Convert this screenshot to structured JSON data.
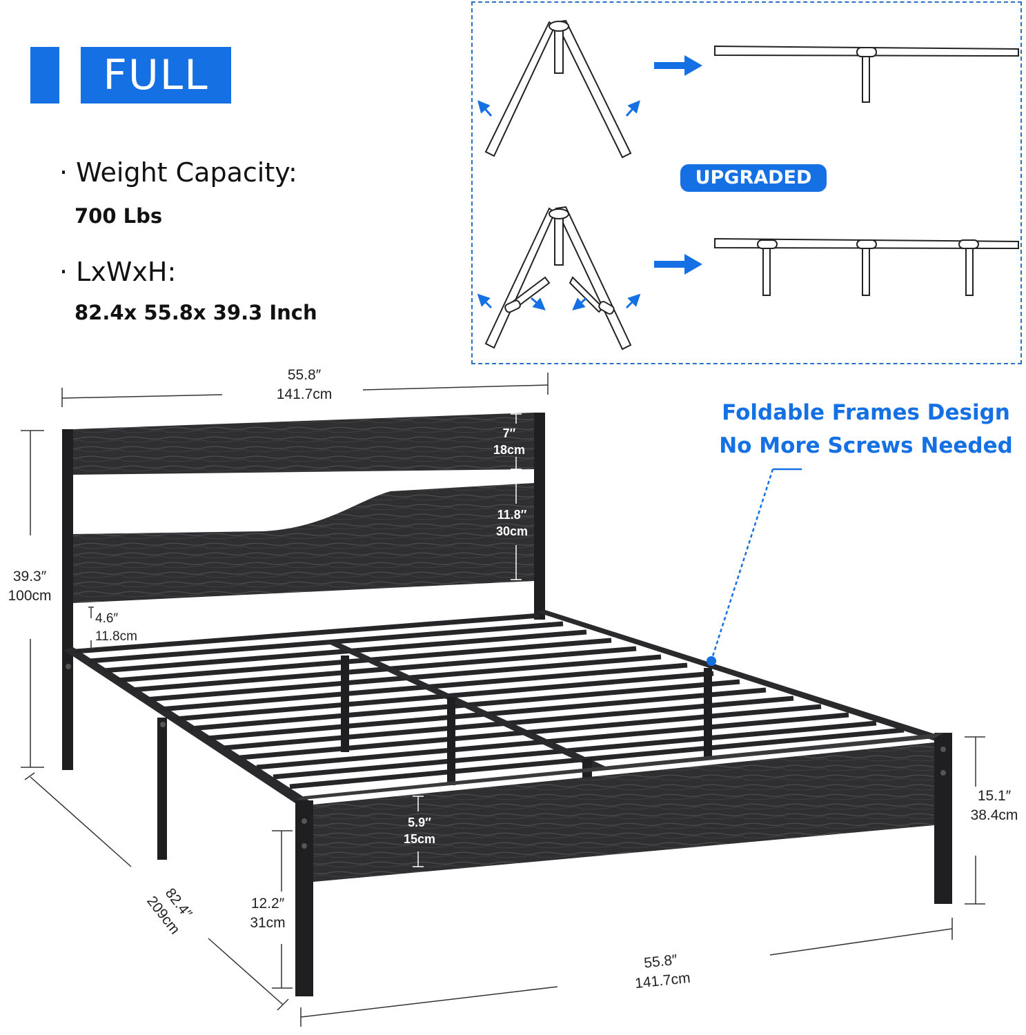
{
  "size_tag": "FULL",
  "specs": [
    {
      "label": "Weight Capacity:",
      "value": "700 Lbs"
    },
    {
      "label": "LxWxH:",
      "value": "82.4x 55.8x 39.3 Inch"
    }
  ],
  "fold_diagram": {
    "badge": "UPGRADED",
    "accent_color": "#1570e4"
  },
  "callout": {
    "line1": "Foldable Frames Design",
    "line2": "No More Screws Needed"
  },
  "dimensions": {
    "top_width": {
      "inch": "55.8″",
      "cm": "141.7cm"
    },
    "total_height": {
      "inch": "39.3″",
      "cm": "100cm"
    },
    "headboard_top_panel": {
      "inch": "7″",
      "cm": "18cm"
    },
    "headboard_bottom_panel": {
      "inch": "11.8″",
      "cm": "30cm"
    },
    "headboard_gap": {
      "inch": "4.6″",
      "cm": "11.8cm"
    },
    "footboard_panel": {
      "inch": "5.9″",
      "cm": "15cm"
    },
    "footboard_height": {
      "inch": "15.1″",
      "cm": "38.4cm"
    },
    "under_bed_clearance": {
      "inch": "12.2″",
      "cm": "31cm"
    },
    "length": {
      "inch": "82.4″",
      "cm": "209cm"
    },
    "bottom_width": {
      "inch": "55.8″",
      "cm": "141.7cm"
    }
  }
}
